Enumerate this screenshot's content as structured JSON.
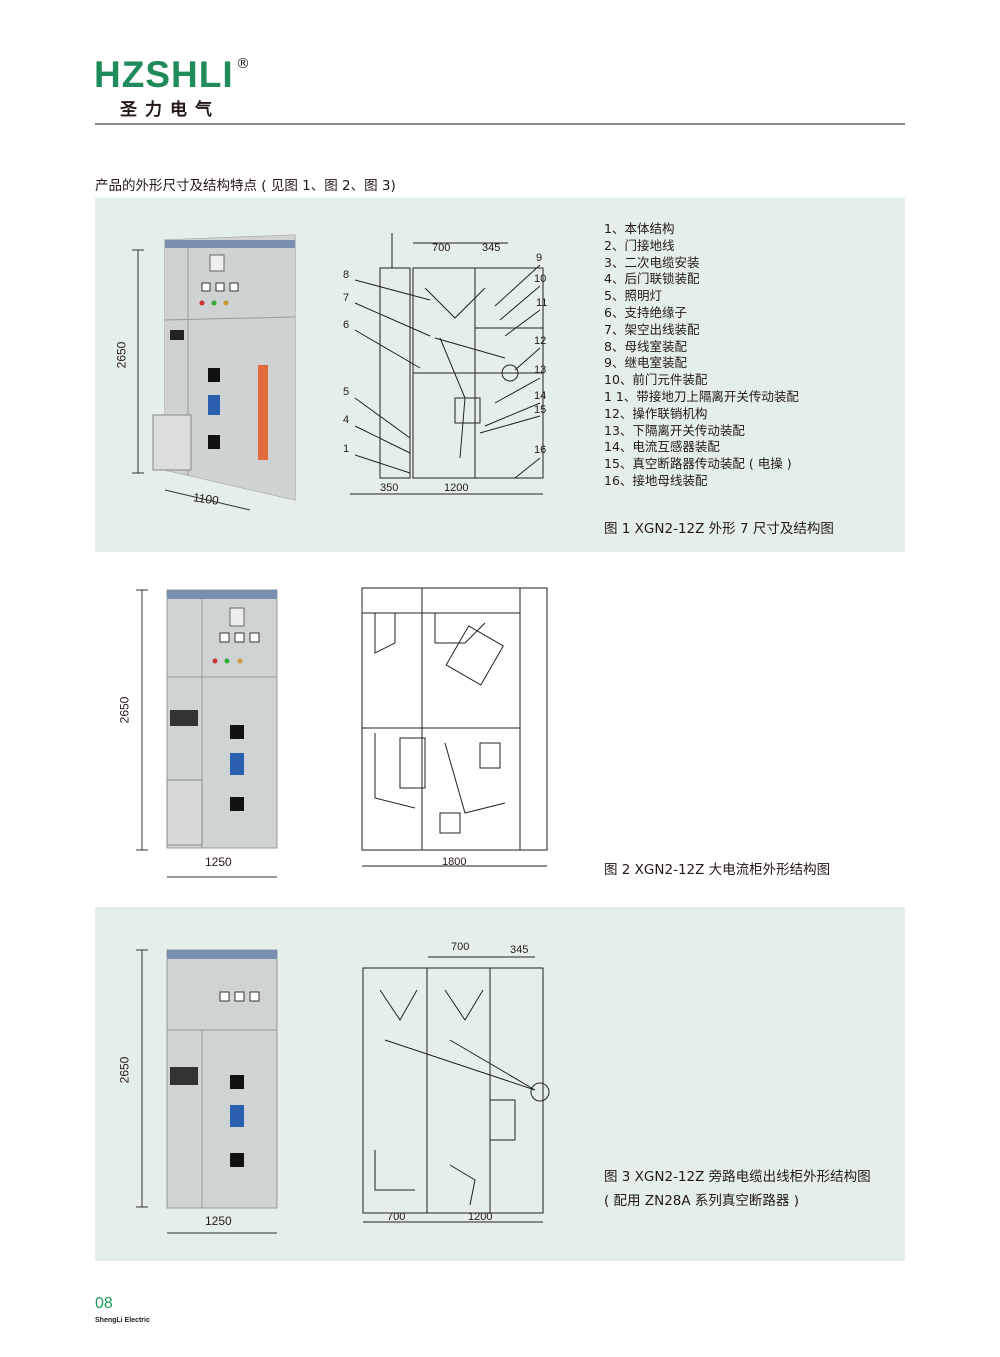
{
  "header": {
    "logo": "HZSHLI",
    "registered": "®",
    "logo_cn": "圣力电气"
  },
  "intro": "产品的外形尺寸及结构特点 ( 见图 1、图 2、图 3)",
  "fig1": {
    "items": [
      "1、本体结构",
      "2、门接地线",
      "3、二次电缆安装",
      "4、后门联锁装配",
      "5、照明灯",
      "6、支持绝缘子",
      "7、架空出线装配",
      "8、母线室装配",
      "9、继电室装配",
      "10、前门元件装配",
      "1 1、带接地刀上隔离开关传动装配",
      "12、操作联销机构",
      "13、下隔离开关传动装配",
      "14、电流互感器装配",
      "15、真空断路器传动装配 ( 电操 )",
      "16、接地母线装配"
    ],
    "caption": "图 1 XGN2-12Z 外形 7 尺寸及结构图",
    "height_dim": "2650",
    "width_dim": "1100",
    "top_dims": [
      "700",
      "345"
    ],
    "bottom_dims": [
      "350",
      "1200"
    ],
    "left_labels": [
      "8",
      "7",
      "6",
      "5",
      "4",
      "1"
    ],
    "right_labels": [
      "9",
      "10",
      "11",
      "12",
      "13",
      "14",
      "15",
      "16"
    ]
  },
  "fig2": {
    "caption": "图 2 XGN2-12Z 大电流柜外形结构图",
    "height_dim": "2650",
    "width_dim": "1250",
    "depth_dim": "1800"
  },
  "fig3": {
    "caption_line1": "图 3 XGN2-12Z 旁路电缆出线柜外形结构图",
    "caption_line2": "( 配用 ZN28A 系列真空断路器 )",
    "height_dim": "2650",
    "width_dim": "1250",
    "top_dims": [
      "700",
      "345"
    ],
    "bottom_dims": [
      "700",
      "1200"
    ]
  },
  "footer": {
    "page": "08",
    "brand": "ShengLi Electric"
  }
}
